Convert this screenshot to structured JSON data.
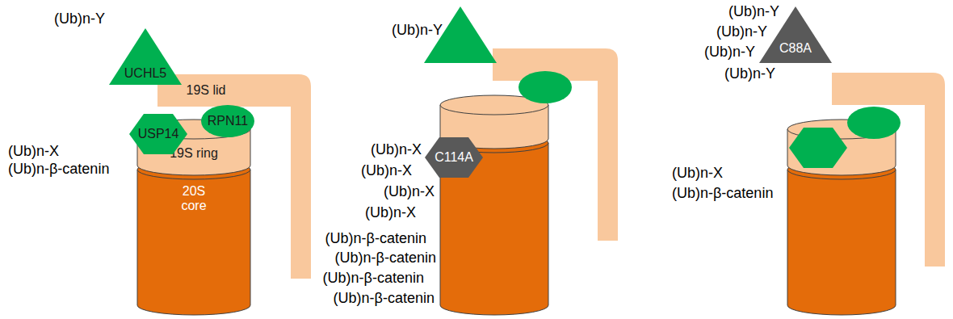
{
  "diagram": {
    "nodes": [
      {
        "text": [
          "UCHL5"
        ]
      },
      {
        "text": [
          "19S lid"
        ]
      },
      {
        "text": [
          "RPN11"
        ]
      },
      {
        "text": [
          "USP14"
        ]
      },
      {
        "text": [
          "19S ring"
        ]
      },
      {
        "text": [
          "20S core"
        ]
      },
      {
        "text": [
          "C114A"
        ]
      },
      {
        "text": [
          "C88A"
        ]
      }
    ],
    "edges": [],
    "labels": [
      "(Ub)n-Y",
      "(Ub)n-X",
      "(Ub)n-β-catenin",
      "(Ub)n-Y",
      "(Ub)n-X",
      "(Ub)n-X",
      "(Ub)n-X",
      "(Ub)n-X",
      "(Ub)n-β-catenin",
      "(Ub)n-β-catenin",
      "(Ub)n-β-catenin",
      "(Ub)n-β-catenin",
      "(Ub)n-Y",
      "(Ub)n-Y",
      "(Ub)n-Y",
      "(Ub)n-Y",
      "(Ub)n-X",
      "(Ub)n-β-catenin"
    ]
  }
}
